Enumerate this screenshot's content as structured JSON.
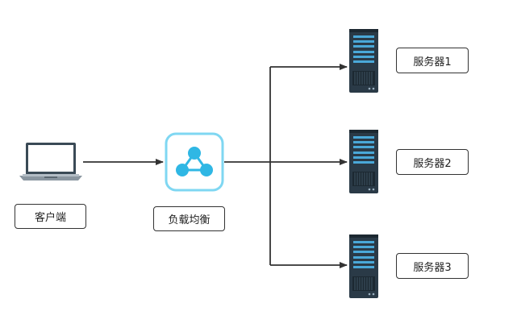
{
  "nodes": {
    "client": {
      "label": "客户端"
    },
    "load_balancer": {
      "label": "负载均衡"
    },
    "servers": [
      {
        "label": "服务器1"
      },
      {
        "label": "服务器2"
      },
      {
        "label": "服务器3"
      }
    ]
  },
  "colors": {
    "arrow": "#333333",
    "lb_accent": "#2fb7e4",
    "lb_border": "#7fd7f2",
    "server_body": "#2a3a47",
    "server_bar": "#4aa8d8",
    "laptop_body": "#3a4a56",
    "laptop_screen": "#ffffff"
  },
  "icons": {
    "client": "laptop-icon",
    "load_balancer": "load-balancer-icon",
    "server": "server-icon"
  }
}
